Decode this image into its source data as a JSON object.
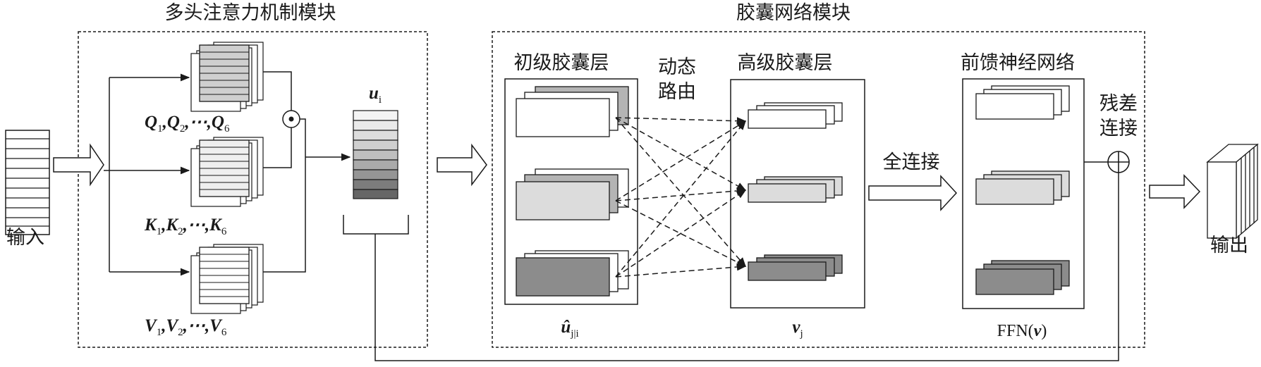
{
  "labels": {
    "input": "输入",
    "output": "输出",
    "attention_module": "多头注意力机制模块",
    "capsule_module": "胶囊网络模块",
    "primary_capsule": "初级胶囊层",
    "high_capsule": "高级胶囊层",
    "ffn_title": "前馈神经网络",
    "dynamic_routing_1": "动态",
    "dynamic_routing_2": "路由",
    "full_connection": "全连接",
    "residual_1": "残差",
    "residual_2": "连接",
    "q_main": "Q",
    "q_sub1": "1",
    "q_mid1": ",Q",
    "q_sub2": "2",
    "q_mid2": ",⋯,Q",
    "q_sub3": "6",
    "k_main": "K",
    "k_sub1": "1",
    "k_mid1": ",K",
    "k_sub2": "2",
    "k_mid2": ",⋯,K",
    "k_sub3": "6",
    "v_main": "V",
    "v_sub1": "1",
    "v_mid1": ",V",
    "v_sub2": "2",
    "v_mid2": ",⋯,V",
    "v_sub3": "6",
    "u_main": "u",
    "u_sub": "i",
    "uhat_main": "û",
    "uhat_sub": "j|i",
    "vj_main": "v",
    "vj_sub": "j",
    "ffn_prefix": "FFN(",
    "ffn_var": "v",
    "ffn_suffix": ")",
    "odot_symbol": "⊙"
  },
  "colors": {
    "line": "#1a1a1a",
    "white": "#ffffff",
    "light_gray": "#dcdcdc",
    "mid_gray": "#b4b4b4",
    "dark_gray": "#8c8c8c",
    "ui_shades": [
      "#f4f4f4",
      "#eaeaea",
      "#dddddd",
      "#cfcfcf",
      "#bfbfbf",
      "#aaaaaa",
      "#959595",
      "#7c7c7c",
      "#666666"
    ]
  },
  "icons": {
    "product": "odot-icon",
    "add": "oplus-icon",
    "arrow": "block-arrow-icon"
  }
}
